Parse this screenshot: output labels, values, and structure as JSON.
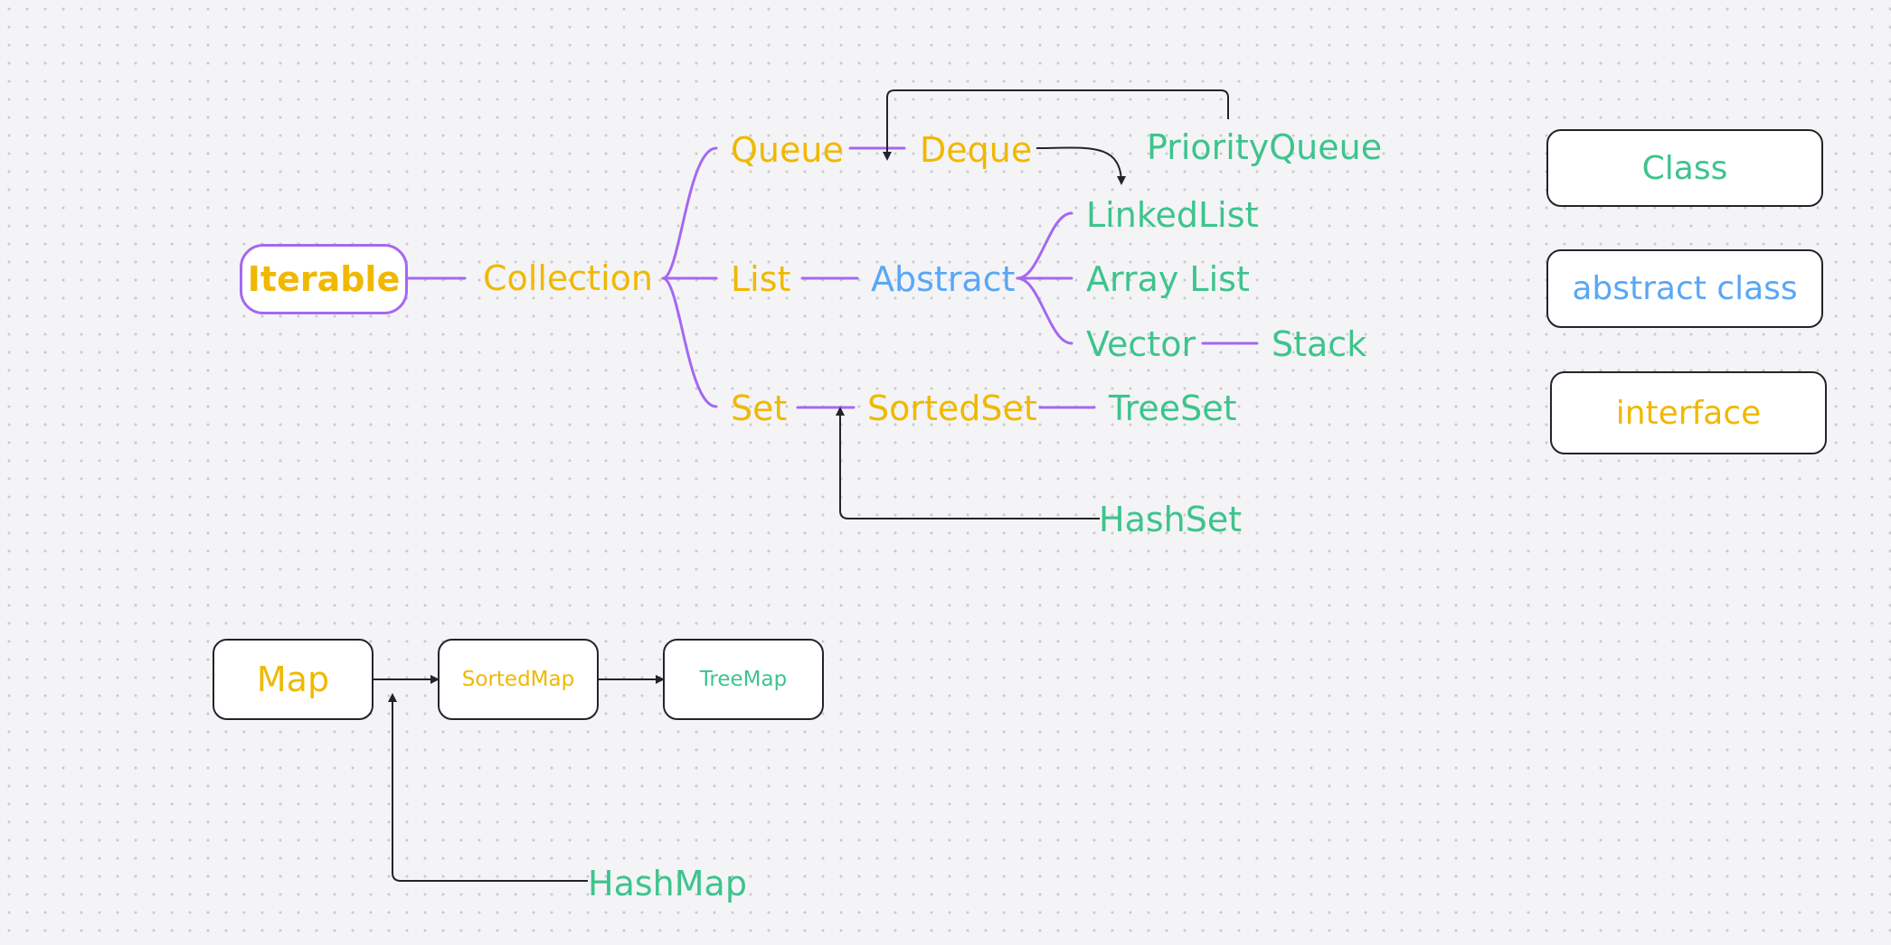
{
  "nodes": {
    "iterable": "Iterable",
    "collection": "Collection",
    "queue": "Queue",
    "deque": "Deque",
    "priority_queue": "PriorityQueue",
    "list": "List",
    "abstract": "Abstract",
    "linked_list": "LinkedList",
    "array_list": "Array List",
    "vector": "Vector",
    "stack": "Stack",
    "set": "Set",
    "sorted_set": "SortedSet",
    "tree_set": "TreeSet",
    "hash_set": "HashSet",
    "map": "Map",
    "sorted_map": "SortedMap",
    "tree_map": "TreeMap",
    "hash_map": "HashMap"
  },
  "legend": {
    "class": "Class",
    "abstract_class": "abstract class",
    "interface": "interface"
  },
  "colors": {
    "interface": "#f0b800",
    "class": "#3dc48c",
    "abstract_class": "#59a7f5",
    "tree_branch": "#a667f2",
    "arrow": "#23232a"
  }
}
